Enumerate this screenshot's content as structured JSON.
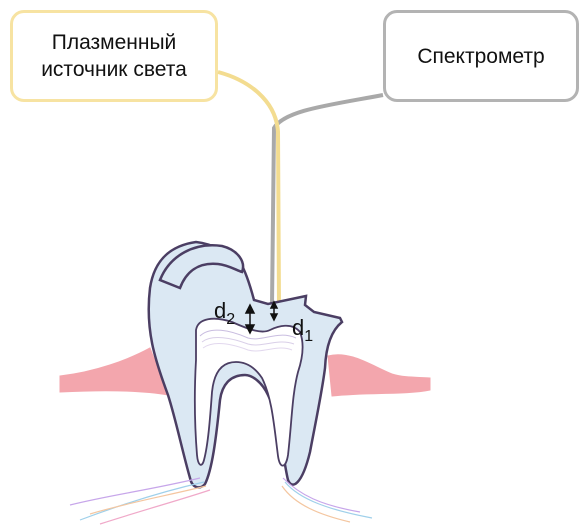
{
  "labels": {
    "plasma_source": [
      "Плазменный",
      "источник света"
    ],
    "spectrometer": "Спектрометр"
  },
  "distances": {
    "d1": {
      "main": "d",
      "sub": "1"
    },
    "d2": {
      "main": "d",
      "sub": "2"
    }
  },
  "colors": {
    "plasma_fiber": "#f3dc90",
    "spectrometer_fiber": "#a9a9a9",
    "tooth_outline": "#4b3e63",
    "tooth_fill": "#dbe8f3",
    "gum": "#f3a6ad",
    "pulp_fill": "#ffffff"
  }
}
